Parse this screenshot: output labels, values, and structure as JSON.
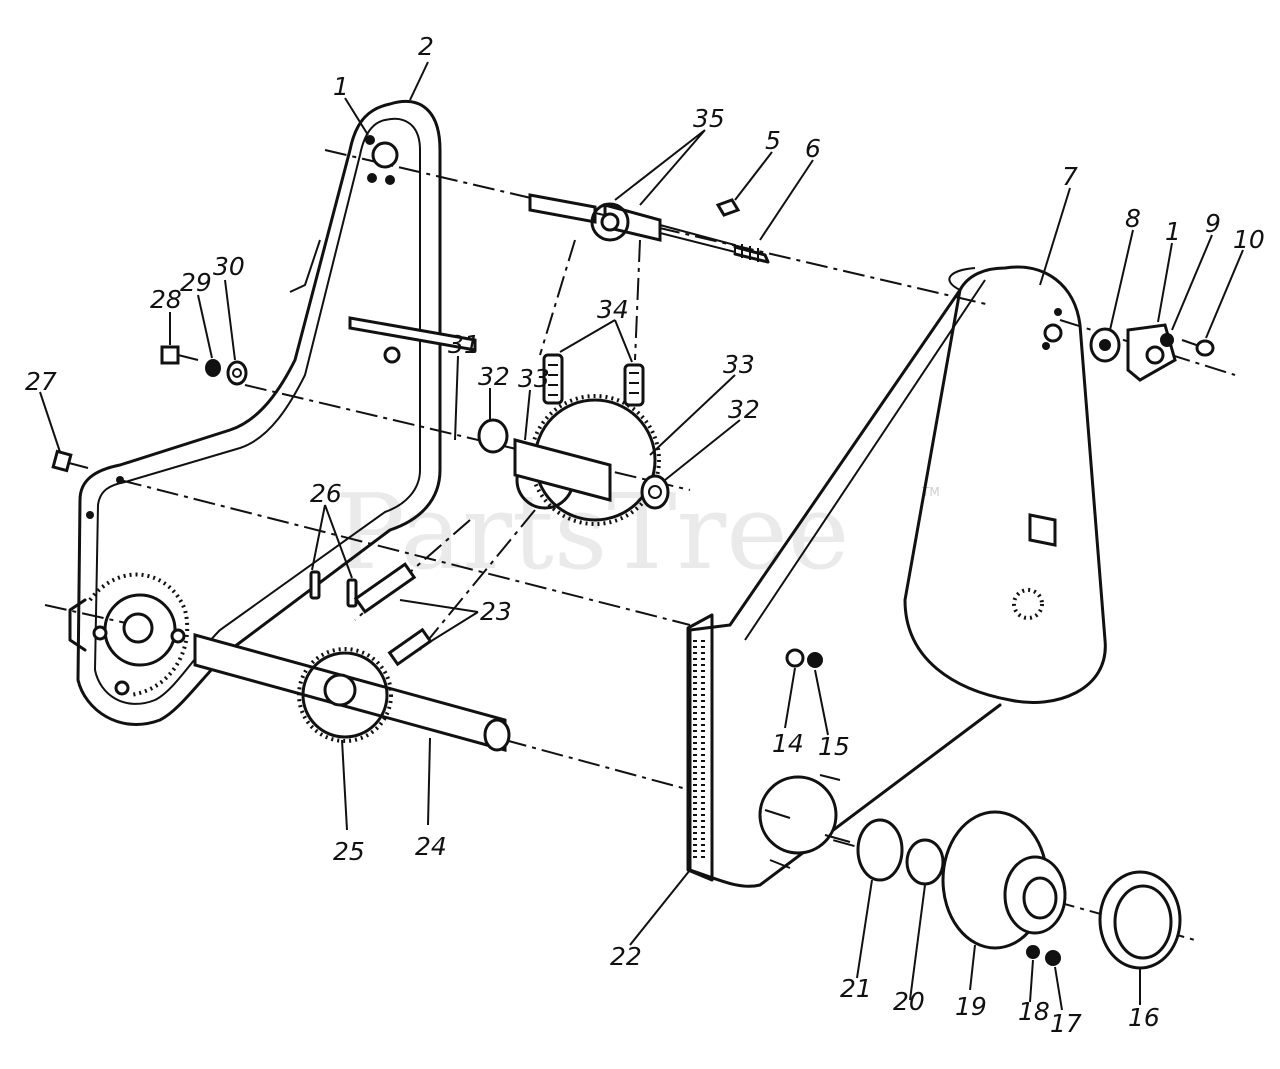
{
  "diagram": {
    "watermark": "PartsTree",
    "watermark_tm": "TM",
    "callouts": [
      "1",
      "2",
      "35",
      "5",
      "6",
      "7",
      "8",
      "1",
      "9",
      "10",
      "28",
      "29",
      "30",
      "27",
      "31",
      "32",
      "33",
      "34",
      "33",
      "32",
      "26",
      "23",
      "25",
      "24",
      "22",
      "14",
      "15",
      "21",
      "20",
      "19",
      "18",
      "17",
      "16"
    ]
  }
}
